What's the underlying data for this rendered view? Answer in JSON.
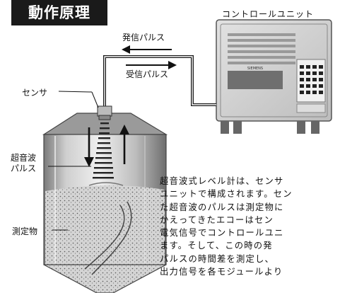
{
  "title": "動作原理",
  "labels": {
    "control_unit": "コントロールユニット",
    "send_pulse": "発信パルス",
    "receive_pulse": "受信パルス",
    "sensor": "センサ",
    "ultrasonic_line1": "超音波",
    "ultrasonic_line2": "パルス",
    "material": "測定物"
  },
  "device": {
    "brand": "SIEMENS"
  },
  "description_lines": [
    "超音波式レベル計は、センサ",
    "ユニットで構成されます。セン",
    "た超音波のパルスは測定物に",
    "かえってきたエコーはセン",
    "電気信号でコントロールユニ",
    "ます。そして、この時の発",
    "パルスの時間差を測定し、",
    "出力信号を各モジュールより"
  ]
}
